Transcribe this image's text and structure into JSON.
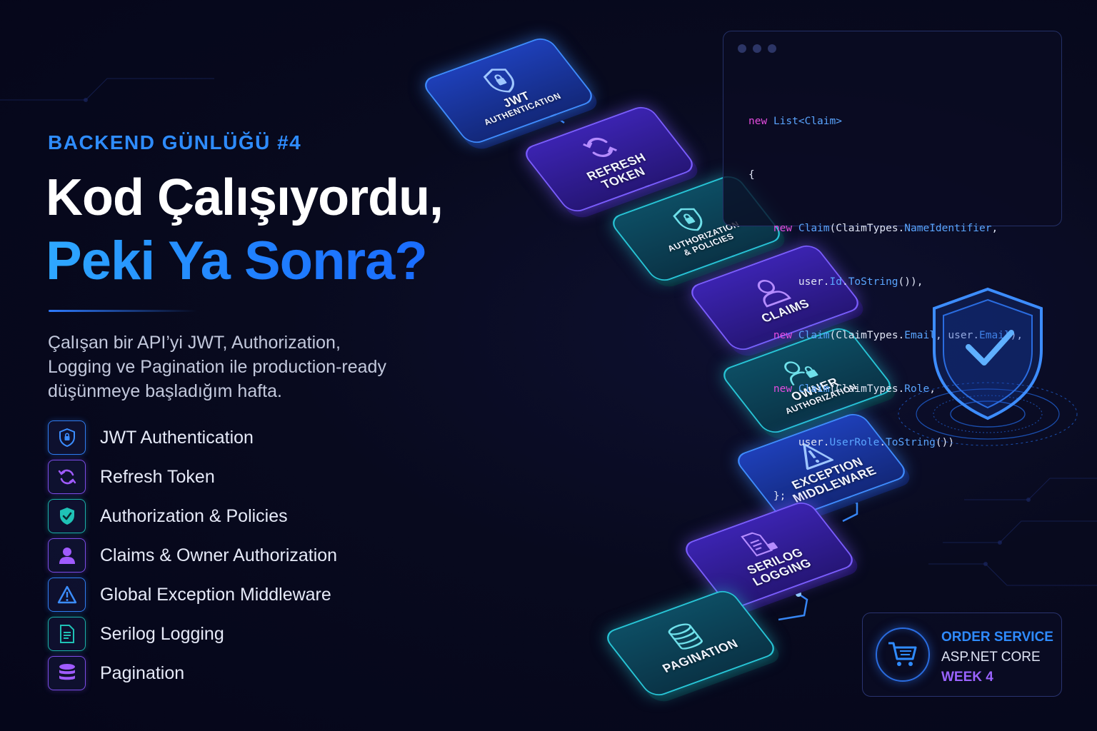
{
  "header": {
    "eyebrow": "BACKEND GÜNLÜĞÜ #4",
    "title_line1": "Kod Çalışıyordu,",
    "title_line2": "Peki Ya Sonra?"
  },
  "description": {
    "line1": "Çalışan bir API’yi JWT, Authorization,",
    "line2": "Logging ve Pagination ile production-ready",
    "line3": "düşünmeye başladığım hafta."
  },
  "features": [
    {
      "label": "JWT Authentication",
      "icon": "shield-lock-icon"
    },
    {
      "label": "Refresh Token",
      "icon": "refresh-icon"
    },
    {
      "label": "Authorization & Policies",
      "icon": "shield-check-icon"
    },
    {
      "label": "Claims & Owner Authorization",
      "icon": "user-icon"
    },
    {
      "label": "Global Exception Middleware",
      "icon": "warning-icon"
    },
    {
      "label": "Serilog Logging",
      "icon": "document-icon"
    },
    {
      "label": "Pagination",
      "icon": "database-icon"
    }
  ],
  "tiles": [
    {
      "line1": "JWT",
      "line2": "AUTHENTICATION"
    },
    {
      "line1": "REFRESH",
      "line2": "TOKEN"
    },
    {
      "line1": "AUTHORIZATION",
      "line2": "& POLICIES"
    },
    {
      "line1": "CLAIMS",
      "line2": ""
    },
    {
      "line1": "OWNER",
      "line2": "AUTHORIZATION"
    },
    {
      "line1": "EXCEPTION",
      "line2": "MIDDLEWARE"
    },
    {
      "line1": "SERILOG",
      "line2": "LOGGING"
    },
    {
      "line1": "PAGINATION",
      "line2": ""
    }
  ],
  "code": {
    "l1_kw": "new",
    "l1_ty": "List<Claim>",
    "l2": "{",
    "l3_kw": "new",
    "l3_ty": "Claim",
    "l3_a": "(ClaimTypes.",
    "l3_b": "NameIdentifier",
    "l3_c": ",",
    "l4_a": "user.",
    "l4_b": "Id",
    "l4_c": ".",
    "l4_d": "ToString",
    "l4_e": "()),",
    "l5_kw": "new",
    "l5_ty": "Claim",
    "l5_a": "(ClaimTypes.",
    "l5_b": "Email",
    "l5_c": ", user.",
    "l5_d": "Email",
    "l5_e": "),",
    "l6_kw": "new",
    "l6_ty": "Claim",
    "l6_a": "(ClaimTypes.",
    "l6_b": "Role",
    "l6_c": ",",
    "l7_a": "user.",
    "l7_b": "UserRole",
    "l7_c": ".",
    "l7_d": "ToString",
    "l7_e": "())",
    "l8": "};"
  },
  "badge": {
    "line1": "ORDER SERVICE",
    "line2": "ASP.NET CORE",
    "line3": "WEEK 4",
    "icon": "shopping-cart-icon"
  },
  "colors": {
    "accent_blue": "#2e8cff",
    "accent_purple": "#9a63ff",
    "accent_teal": "#1bb0a8",
    "background": "#080a1e"
  }
}
